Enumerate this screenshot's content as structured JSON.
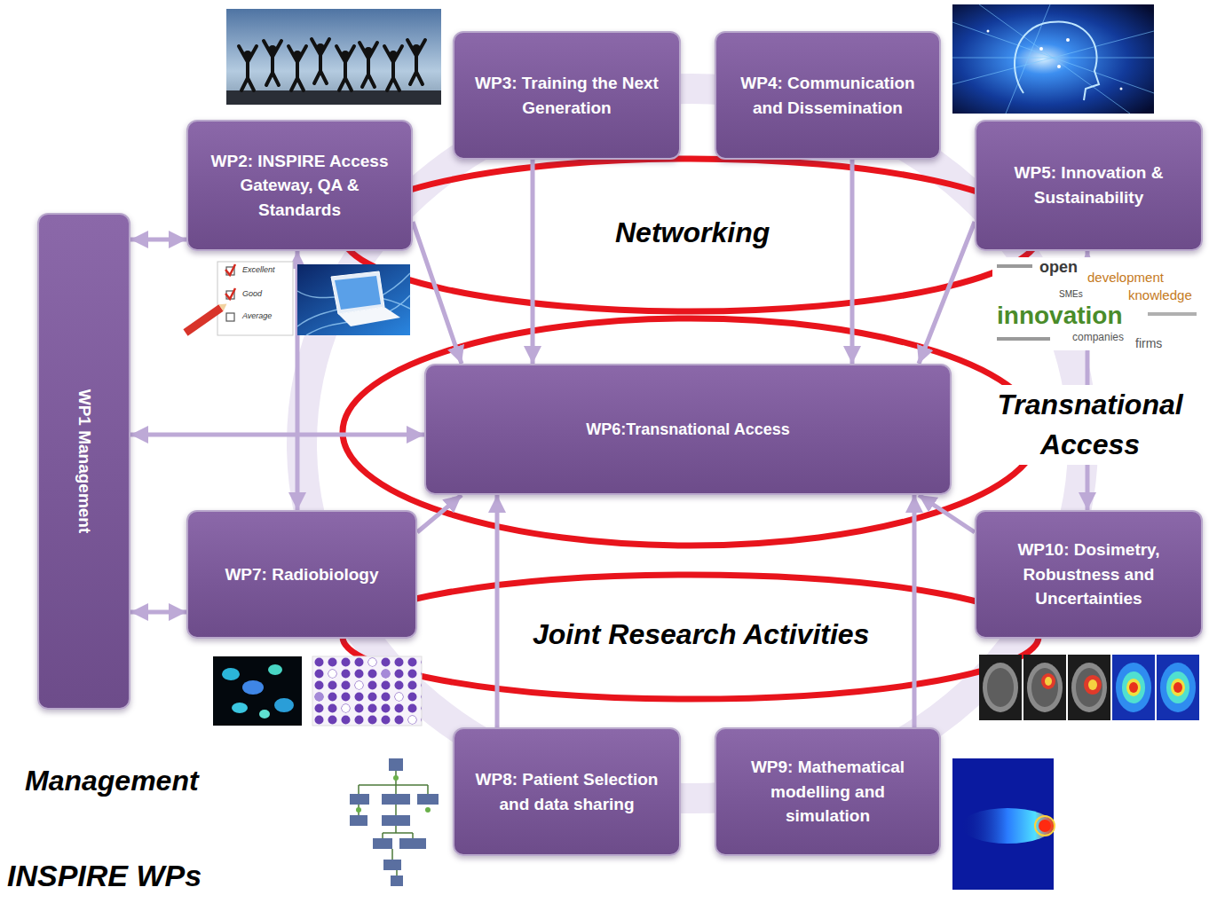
{
  "diagram": {
    "title": "INSPIRE WPs",
    "nodes": [
      {
        "text": [
          "WP3: Training the Next Generation"
        ]
      },
      {
        "text": [
          "WP4: Communication and Dissemination"
        ]
      },
      {
        "text": [
          "WP2: INSPIRE Access Gateway, QA & Standards"
        ]
      },
      {
        "text": [
          "WP5: Innovation & Sustainability"
        ]
      },
      {
        "text": [
          "WP1 Management"
        ]
      },
      {
        "text": [
          "WP6:Transnational Access"
        ]
      },
      {
        "text": [
          "WP7: Radiobiology"
        ]
      },
      {
        "text": [
          "WP10: Dosimetry, Robustness and Uncertainties"
        ]
      },
      {
        "text": [
          "WP8: Patient Selection and data sharing"
        ]
      },
      {
        "text": [
          "WP9: Mathematical modelling and simulation"
        ]
      }
    ],
    "edges": [
      {
        "from": 4,
        "to": 2,
        "arrow": "both"
      },
      {
        "from": 4,
        "to": 5,
        "arrow": "both"
      },
      {
        "from": 4,
        "to": 6,
        "arrow": "both"
      },
      {
        "from": 2,
        "to": 6,
        "arrow": "both"
      },
      {
        "from": 3,
        "to": 7,
        "arrow": "both"
      },
      {
        "from": 2,
        "to": 5,
        "arrow": "to"
      },
      {
        "from": 0,
        "to": 5,
        "arrow": "to"
      },
      {
        "from": 1,
        "to": 5,
        "arrow": "to"
      },
      {
        "from": 3,
        "to": 5,
        "arrow": "to"
      },
      {
        "from": 6,
        "to": 5,
        "arrow": "to"
      },
      {
        "from": 7,
        "to": 5,
        "arrow": "to"
      },
      {
        "from": 8,
        "to": 5,
        "arrow": "to"
      },
      {
        "from": 9,
        "to": 5,
        "arrow": "to"
      }
    ],
    "labels": [
      "Networking",
      "Transnational Access",
      "Joint Research Activities",
      "Management",
      "Excellent",
      "Good",
      "Average",
      "open",
      "development",
      "knowledge",
      "SMEs",
      "innovation",
      "companies",
      "firms"
    ]
  }
}
